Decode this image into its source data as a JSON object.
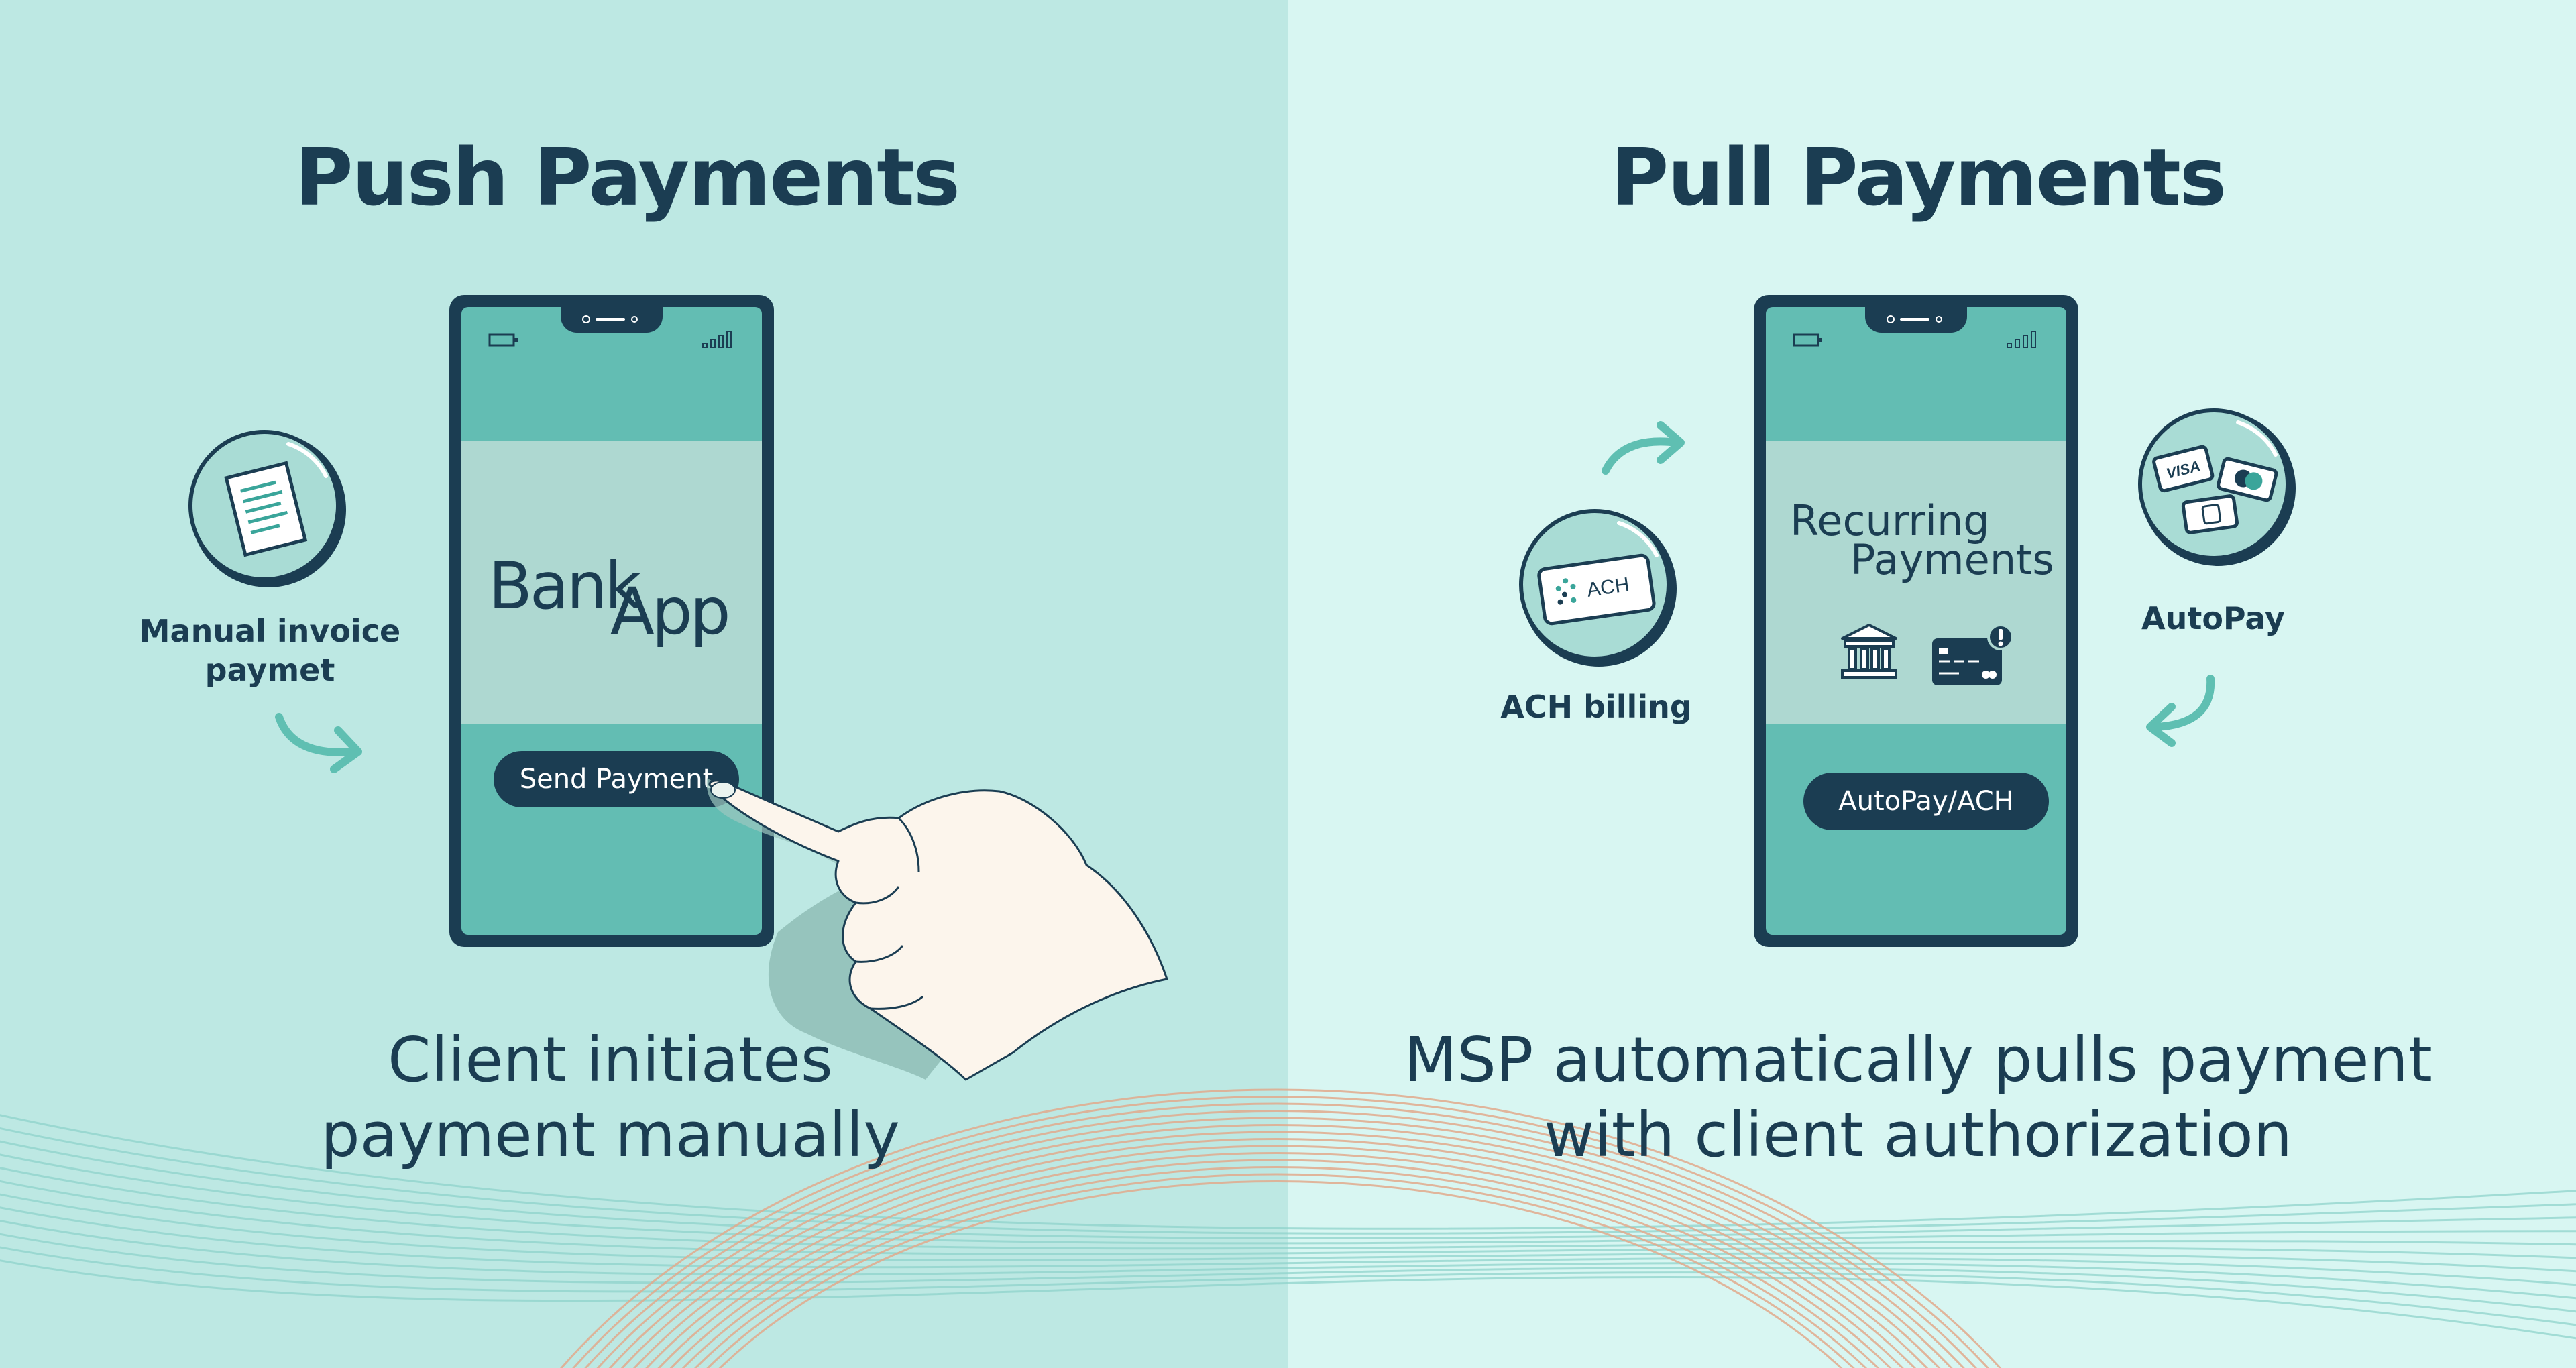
{
  "push": {
    "title": "Push Payments",
    "side_label": "Manual invoice\npaymet",
    "app_name_part1": "Bank",
    "app_name_part2": "App",
    "button_label": "Send Payment",
    "caption_line1": "Client initiates",
    "caption_line2": "payment manually"
  },
  "pull": {
    "title": "Pull Payments",
    "screen_title_line1": "Recurring",
    "screen_title_line2": "Payments",
    "button_label": "AutoPay/ACH",
    "ach_card_text": "ACH",
    "ach_label": "ACH billing",
    "autopay_label": "AutoPay",
    "visa_text": "VISA",
    "caption_line1": "MSP automatically pulls payment",
    "caption_line2": "with client authorization"
  },
  "colors": {
    "navy": "#1b3d52",
    "teal": "#63bdb3",
    "pale_teal": "#aed8d1",
    "left_bg": "#bde8e3",
    "right_bg": "#d8f6f2",
    "wave_orange": "#e2a98c",
    "wave_teal": "#8fd3cb"
  },
  "icons": [
    "document-icon",
    "ach-card-icon",
    "bank-icon",
    "credit-card-icon",
    "visa-card-icon",
    "mastercard-icon",
    "jcb-card-icon",
    "arrow-icon",
    "pointing-hand"
  ]
}
